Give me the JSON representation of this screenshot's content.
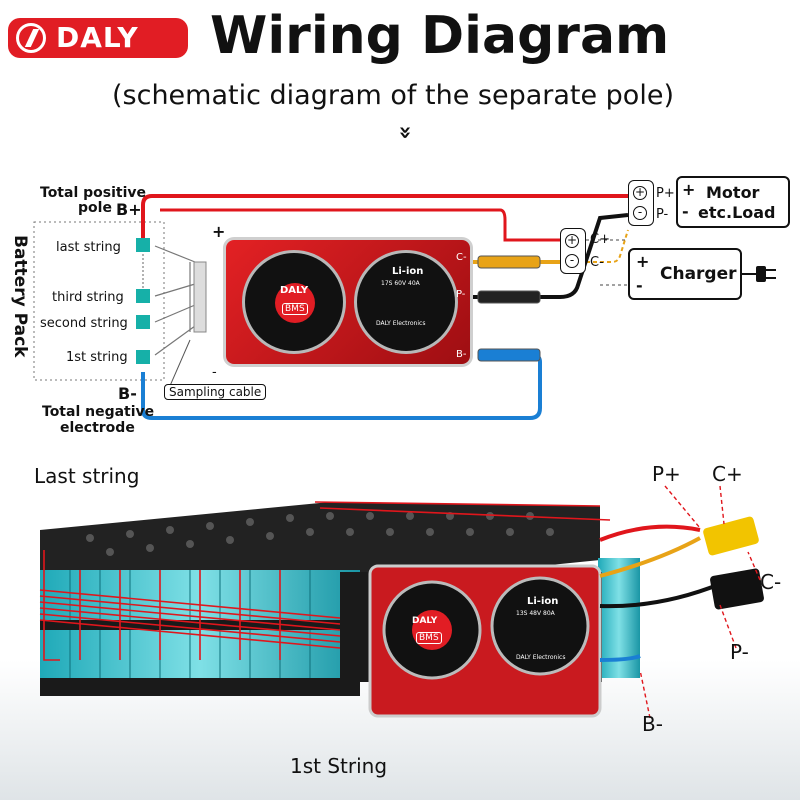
{
  "logo": {
    "text": "DALY"
  },
  "header": {
    "title": "Wiring Diagram",
    "subtitle": "(schematic diagram of the separate pole)",
    "chevron": "»"
  },
  "schematic": {
    "battery_pack_label": "Battery Pack",
    "total_positive": "Total positive",
    "pole": "pole",
    "b_plus": "B+",
    "b_minus": "B-",
    "total_negative": "Total negative",
    "electrode": "electrode",
    "strings": [
      "last string",
      "third string",
      "second string",
      "1st string"
    ],
    "sampling_cable": "Sampling cable",
    "plus_sign": "+",
    "minus_sign": "-",
    "c_plus": "C+",
    "c_minus": "C-",
    "p_plus": "P+",
    "p_minus": "P-",
    "motor": "Motor",
    "etc_load": "etc.Load",
    "charger": "Charger",
    "bms_chemistry": "Li-ion",
    "bms_spec": "17S 60V 40A",
    "bms_brand": "DALY",
    "bms_word": "BMS",
    "bms_maker": "DALY Electronics",
    "port_c": "C-",
    "port_p": "P-",
    "port_b": "B-",
    "board_plus": "+",
    "board_minus": "-"
  },
  "photo": {
    "last_string": "Last string",
    "first_string": "1st String",
    "p_plus": "P+",
    "c_plus": "C+",
    "c_minus": "C-",
    "p_minus": "P-",
    "b_minus": "B-",
    "bms_chemistry": "Li-ion",
    "bms_spec": "13S 48V 80A",
    "bms_brand": "DALY",
    "bms_word": "BMS",
    "bms_maker": "DALY Electronics"
  },
  "colors": {
    "brand_red": "#e11d24",
    "positive_wire": "#e0161c",
    "negative_wire": "#1a7fd4",
    "charge_wire": "#e8a317",
    "load_wire": "#111111"
  }
}
